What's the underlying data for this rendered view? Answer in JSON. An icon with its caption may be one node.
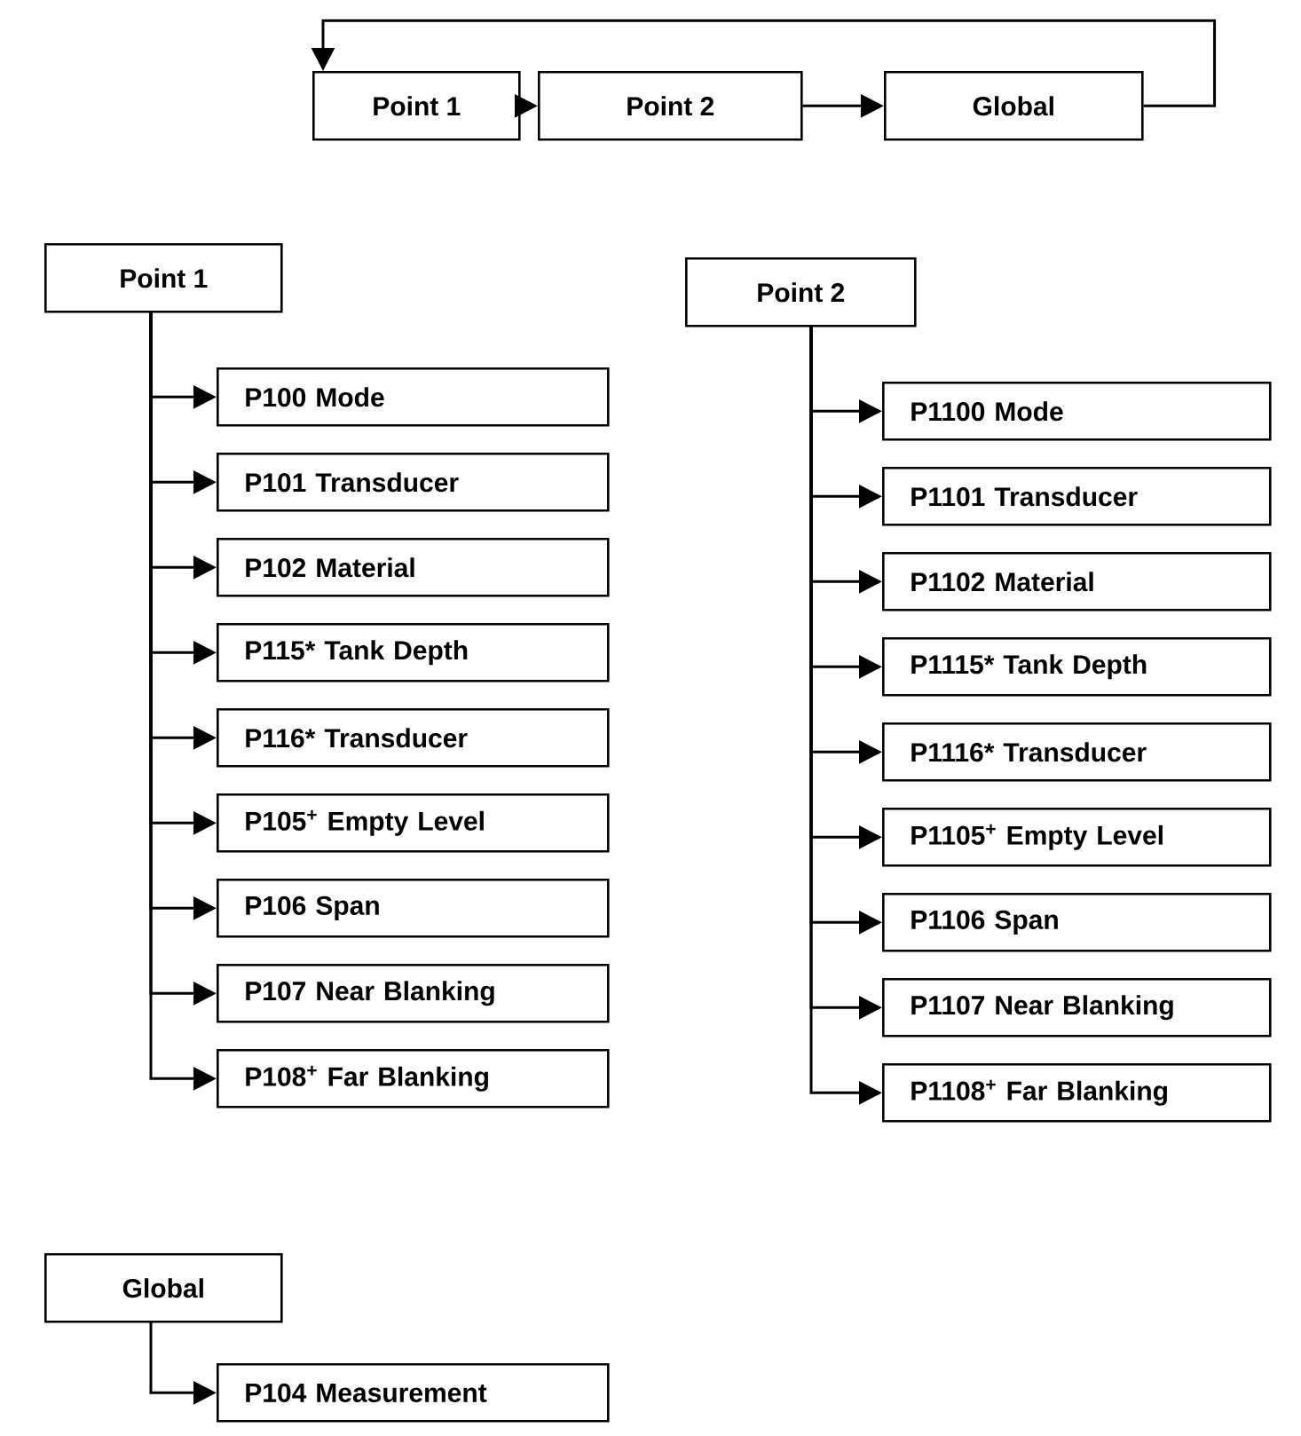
{
  "diagram": {
    "nodes": [
      {
        "text": [
          "Point 1"
        ]
      },
      {
        "text": [
          "Point 2"
        ]
      },
      {
        "text": [
          "Global"
        ]
      },
      {
        "text": [
          "Point 1"
        ]
      },
      {
        "text": [
          "P100 Mode"
        ]
      },
      {
        "text": [
          "P101 Transducer"
        ]
      },
      {
        "text": [
          "P102 Material"
        ]
      },
      {
        "text": [
          "P115* Tank Depth"
        ]
      },
      {
        "text": [
          "P116* Transducer"
        ]
      },
      {
        "text": [
          "P105$^{+}$ Empty Level"
        ]
      },
      {
        "text": [
          "P106 Span"
        ]
      },
      {
        "text": [
          "P107 Near Blanking"
        ]
      },
      {
        "text": [
          "P108$^{+}$ Far Blanking"
        ]
      },
      {
        "text": [
          "Point 2"
        ]
      },
      {
        "text": [
          "P1100 Mode"
        ]
      },
      {
        "text": [
          "P1101 Transducer"
        ]
      },
      {
        "text": [
          "P1102 Material"
        ]
      },
      {
        "text": [
          "P1115* Tank Depth"
        ]
      },
      {
        "text": [
          "P1116* Transducer"
        ]
      },
      {
        "text": [
          "P1105$^{+}$ Empty Level"
        ]
      },
      {
        "text": [
          "P1106 Span"
        ]
      },
      {
        "text": [
          "P1107 Near Blanking"
        ]
      },
      {
        "text": [
          "P1108$^{+}$ Far Blanking"
        ]
      },
      {
        "text": [
          "Global"
        ]
      },
      {
        "text": [
          "P104 Measurement"
        ]
      }
    ],
    "edges": [
      {
        "from": 0,
        "to": 1,
        "arrow": "to"
      },
      {
        "from": 1,
        "to": 2,
        "arrow": "to"
      },
      {
        "from": 2,
        "to": 0,
        "arrow": "to"
      },
      {
        "from": 3,
        "to": 4,
        "arrow": "to"
      },
      {
        "from": 3,
        "to": 5,
        "arrow": "to"
      },
      {
        "from": 3,
        "to": 6,
        "arrow": "to"
      },
      {
        "from": 3,
        "to": 7,
        "arrow": "to"
      },
      {
        "from": 3,
        "to": 8,
        "arrow": "to"
      },
      {
        "from": 3,
        "to": 9,
        "arrow": "to"
      },
      {
        "from": 3,
        "to": 10,
        "arrow": "to"
      },
      {
        "from": 3,
        "to": 11,
        "arrow": "to"
      },
      {
        "from": 3,
        "to": 12,
        "arrow": "to"
      },
      {
        "from": 13,
        "to": 14,
        "arrow": "to"
      },
      {
        "from": 13,
        "to": 15,
        "arrow": "to"
      },
      {
        "from": 13,
        "to": 16,
        "arrow": "to"
      },
      {
        "from": 13,
        "to": 17,
        "arrow": "to"
      },
      {
        "from": 13,
        "to": 18,
        "arrow": "to"
      },
      {
        "from": 13,
        "to": 19,
        "arrow": "to"
      },
      {
        "from": 13,
        "to": 20,
        "arrow": "to"
      },
      {
        "from": 13,
        "to": 21,
        "arrow": "to"
      },
      {
        "from": 13,
        "to": 22,
        "arrow": "to"
      },
      {
        "from": 23,
        "to": 24,
        "arrow": "to"
      }
    ]
  }
}
